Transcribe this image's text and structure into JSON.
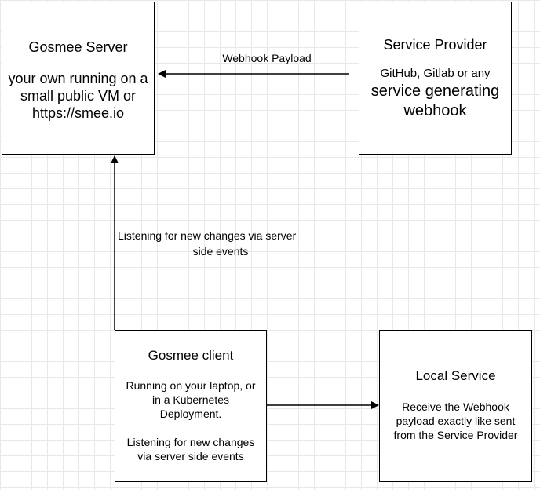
{
  "nodes": {
    "gosmee_server": {
      "title": "Gosmee Server",
      "body": [
        "your own running on a",
        "small public VM or",
        "https://smee.io"
      ]
    },
    "service_provider": {
      "title": "Service Provider",
      "subtitle": "GitHub, Gitlab or any",
      "body": [
        "service generating",
        "webhook"
      ]
    },
    "gosmee_client": {
      "title": "Gosmee client",
      "body1": [
        "Running on your laptop, or",
        "in a Kubernetes",
        "Deployment."
      ],
      "body2": [
        "Listening for new changes",
        "via server side events"
      ]
    },
    "local_service": {
      "title": "Local Service",
      "body": [
        "Receive the Webhook",
        "payload exactly like sent",
        "from the Service Provider"
      ]
    }
  },
  "edges": {
    "provider_to_server": "Webhook Payload",
    "client_to_server": [
      "Listening for new changes via server",
      "side events"
    ]
  }
}
